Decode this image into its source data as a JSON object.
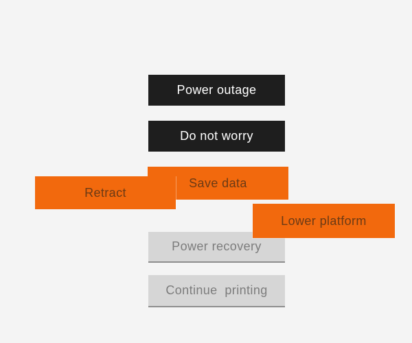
{
  "screen": {
    "description": "Stacked action buttons for a power-outage recovery flow",
    "background_color": "#f4f4f4"
  },
  "colors": {
    "dark_box": "#1e1e1e",
    "dark_box_text": "#ffffff",
    "orange_box": "#f2690d",
    "orange_box_text": "#6b3a15",
    "gray_box": "#d6d6d6",
    "gray_box_border": "#8d8d8d",
    "gray_box_text": "#7c7c7c"
  },
  "boxes": [
    {
      "id": "power-outage",
      "label": "Power outage",
      "style": "dark"
    },
    {
      "id": "do-not-worry",
      "label": "Do not worry",
      "style": "dark"
    },
    {
      "id": "save-data",
      "label": "Save data",
      "style": "orange"
    },
    {
      "id": "retract",
      "label": "Retract",
      "style": "orange"
    },
    {
      "id": "lower-platform",
      "label": "Lower platform",
      "style": "orange"
    },
    {
      "id": "power-recovery",
      "label": "Power recovery",
      "style": "gray"
    },
    {
      "id": "continue-printing",
      "label": "Continue  printing",
      "style": "gray"
    }
  ]
}
